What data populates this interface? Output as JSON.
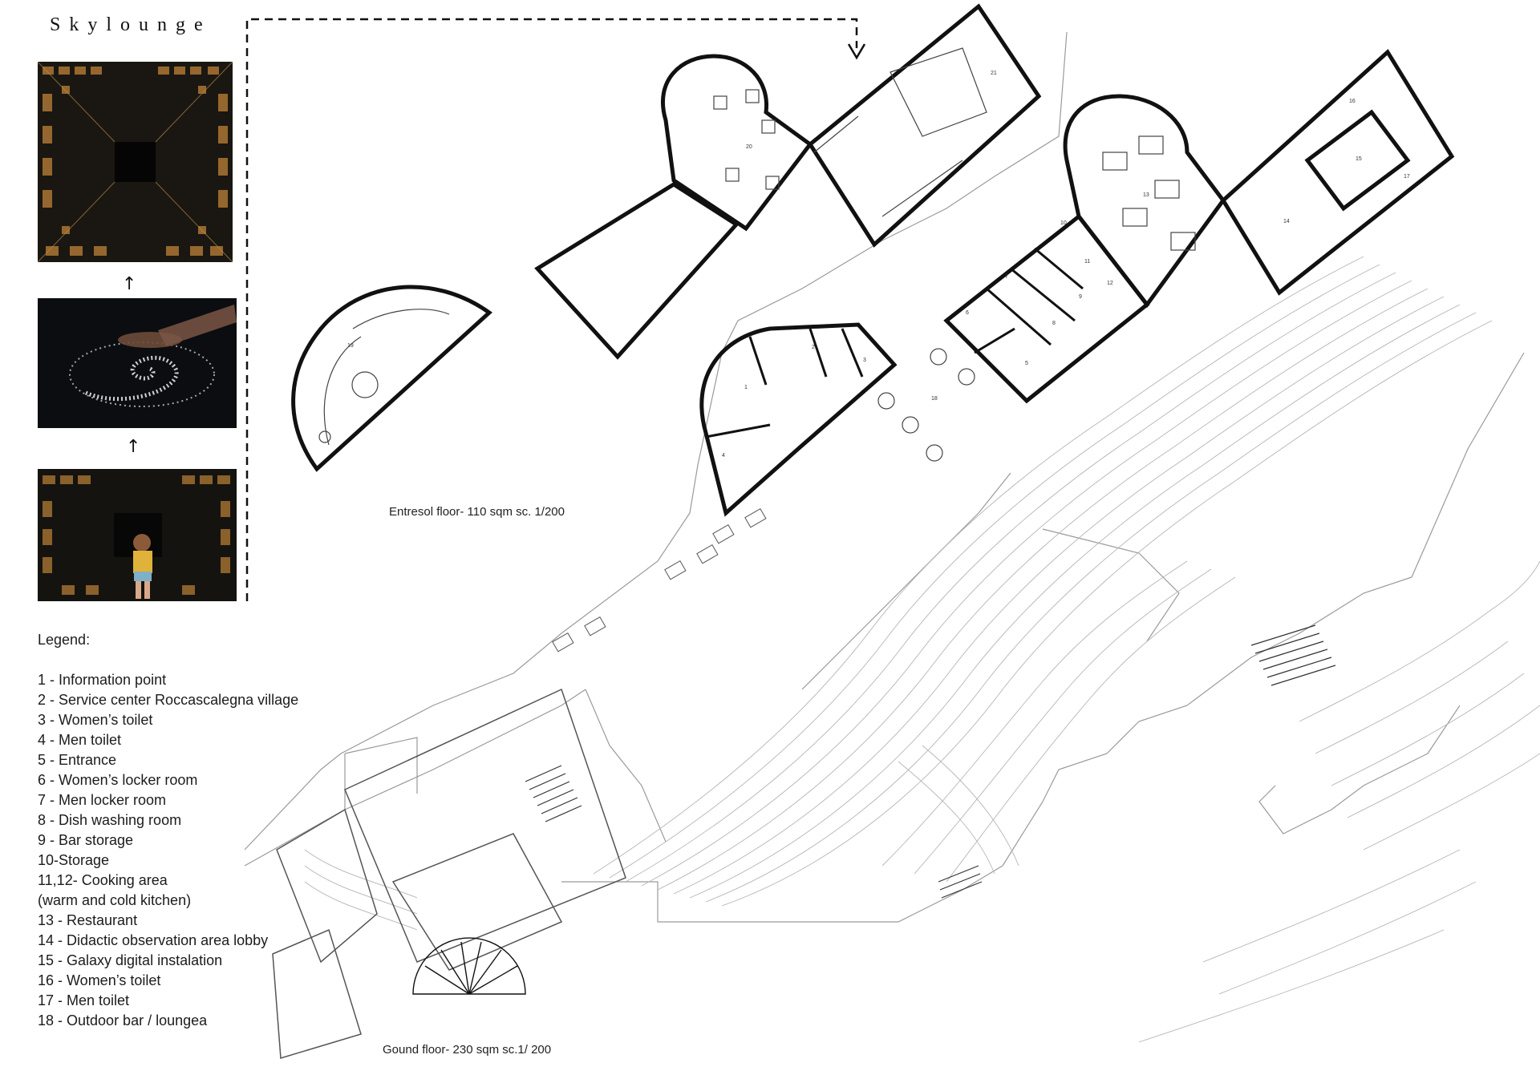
{
  "title": "Skylounge",
  "arrow_glyph": "↑",
  "legend": {
    "heading": "Legend:",
    "items": [
      "1 - Information point",
      "2 - Service center Roccascalegna village",
      "3 - Women’s toilet",
      "4 - Men toilet",
      "5 - Entrance",
      "6 - Women’s locker room",
      "7 - Men locker room",
      "8 - Dish washing room",
      "9 - Bar storage",
      "10-Storage",
      "11,12- Cooking area",
      "(warm and cold kitchen)",
      "13 - Restaurant",
      "14 - Didactic observation area lobby",
      "15 - Galaxy digital instalation",
      "16 - Women’s toilet",
      "17 - Men toilet",
      "18 - Outdoor bar / loungea"
    ]
  },
  "captions": {
    "entresol": "Entresol floor- 110 sqm sc. 1/200",
    "ground": "Gound floor- 230 sqm sc.1/ 200"
  },
  "room_numbers": [
    "1",
    "2",
    "3",
    "4",
    "5",
    "6",
    "7",
    "8",
    "9",
    "10",
    "11",
    "12",
    "13",
    "14",
    "15",
    "16",
    "17",
    "18",
    "19",
    "20",
    "21"
  ],
  "colors": {
    "wall": "#111111",
    "site_line": "#9a9a9a",
    "contour": "#b5b5b5",
    "screen_tiles": "#c98a3a"
  }
}
